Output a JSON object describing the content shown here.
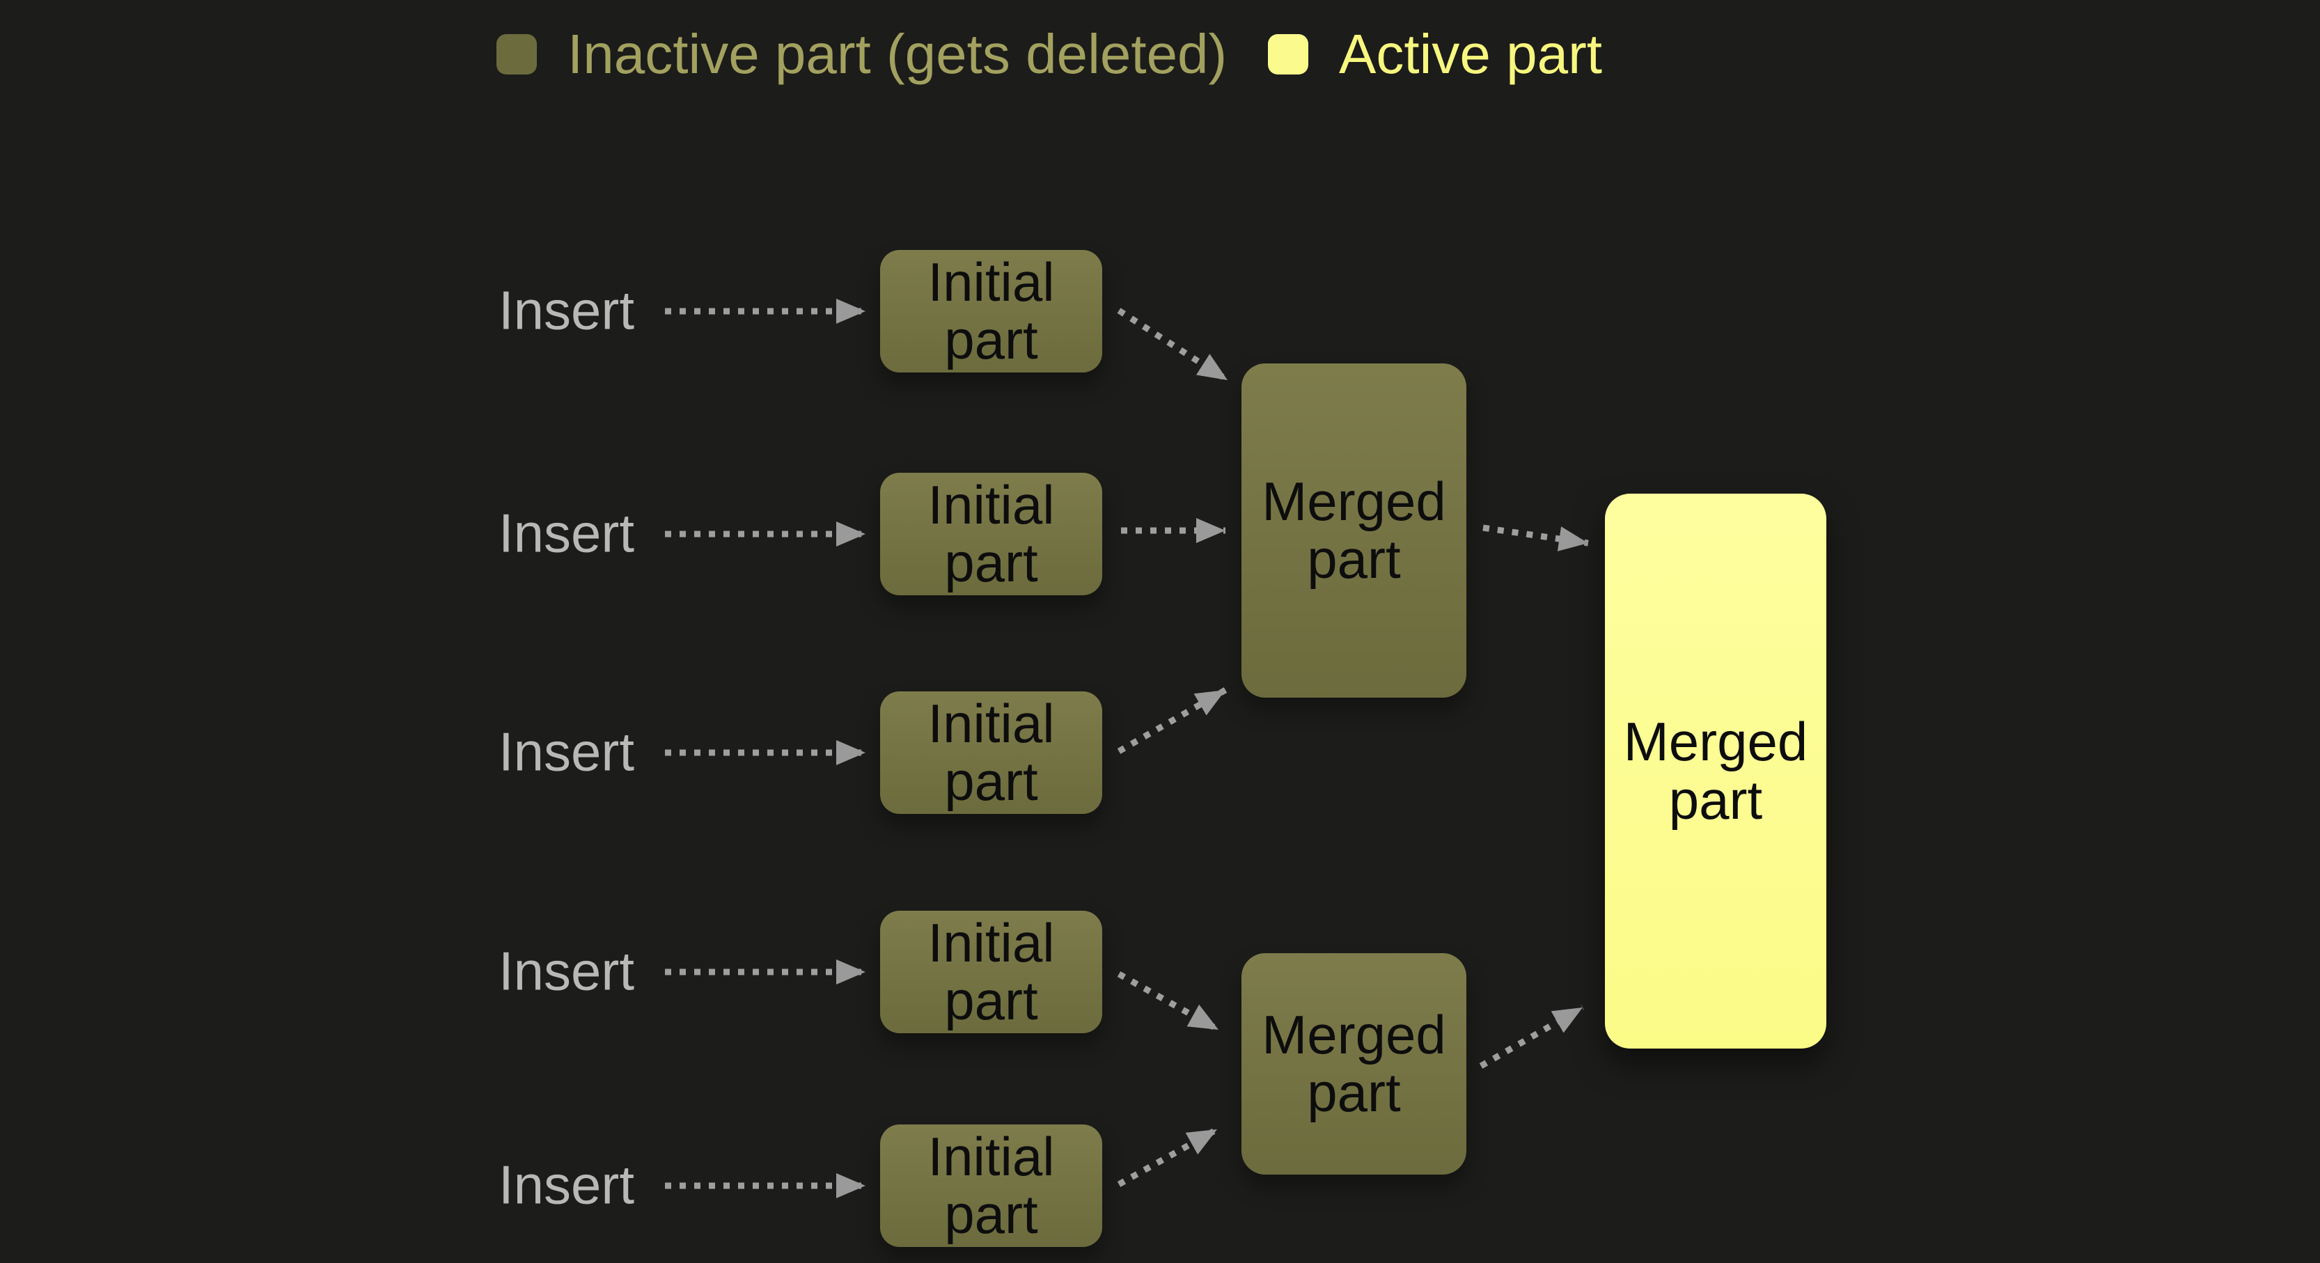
{
  "legend": {
    "items": [
      {
        "id": "inactive",
        "label": "Inactive part (gets deleted)",
        "swatch_color": "#6c6b3d",
        "text_color": "#a2a15f"
      },
      {
        "id": "active",
        "label": "Active part",
        "swatch_color": "#fbfb8d",
        "text_color": "#f7f77f"
      }
    ]
  },
  "diagram": {
    "insert_label": "Insert",
    "initial_part_label": "Initial part",
    "merged_part_label": "Merged part",
    "insert_count": 5,
    "nodes": [
      {
        "id": "initial-1",
        "label": "Initial part",
        "state": "inactive"
      },
      {
        "id": "initial-2",
        "label": "Initial part",
        "state": "inactive"
      },
      {
        "id": "initial-3",
        "label": "Initial part",
        "state": "inactive"
      },
      {
        "id": "initial-4",
        "label": "Initial part",
        "state": "inactive"
      },
      {
        "id": "initial-5",
        "label": "Initial part",
        "state": "inactive"
      },
      {
        "id": "merged-1",
        "label": "Merged part",
        "state": "inactive"
      },
      {
        "id": "merged-2",
        "label": "Merged part",
        "state": "inactive"
      },
      {
        "id": "merged-final",
        "label": "Merged part",
        "state": "active"
      }
    ],
    "edges": [
      {
        "from": "insert-1",
        "to": "initial-1"
      },
      {
        "from": "insert-2",
        "to": "initial-2"
      },
      {
        "from": "insert-3",
        "to": "initial-3"
      },
      {
        "from": "insert-4",
        "to": "initial-4"
      },
      {
        "from": "insert-5",
        "to": "initial-5"
      },
      {
        "from": "initial-1",
        "to": "merged-1"
      },
      {
        "from": "initial-2",
        "to": "merged-1"
      },
      {
        "from": "initial-3",
        "to": "merged-1"
      },
      {
        "from": "initial-4",
        "to": "merged-2"
      },
      {
        "from": "initial-5",
        "to": "merged-2"
      },
      {
        "from": "merged-1",
        "to": "merged-final"
      },
      {
        "from": "merged-2",
        "to": "merged-final"
      }
    ]
  },
  "colors": {
    "background": "#1c1c1a",
    "inactive_part_top": "#7e7c4b",
    "inactive_part_bottom": "#6c6b3d",
    "active_part_top": "#fefe9f",
    "active_part_bottom": "#fbfb88",
    "box_text": "#0d0d0d",
    "insert_text": "#b8b8b8",
    "arrow": "#9f9f9f",
    "arrowhead": "#9a9a9a"
  }
}
